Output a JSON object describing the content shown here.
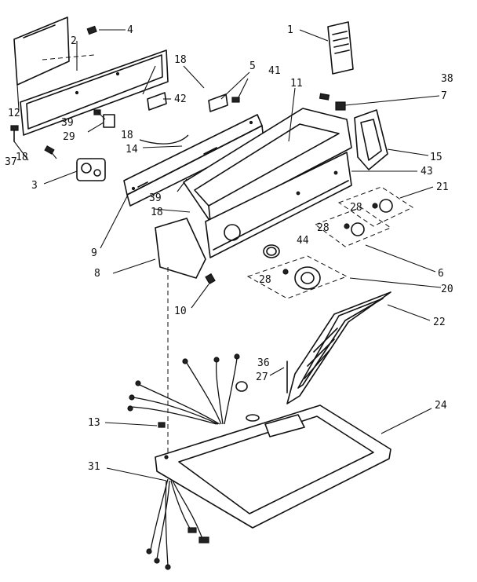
{
  "diagram": {
    "callouts": {
      "c1": "1",
      "c2": "2",
      "c3": "3",
      "c4": "4",
      "c5": "5",
      "c6": "6",
      "c7": "7",
      "c8": "8",
      "c9": "9",
      "c10": "10",
      "c11": "11",
      "c12": "12",
      "c13": "13",
      "c14": "14",
      "c15": "15",
      "c18": "18",
      "c20": "20",
      "c21": "21",
      "c22": "22",
      "c24": "24",
      "c27": "27",
      "c28": "28",
      "c29": "29",
      "c31": "31",
      "c36": "36",
      "c37": "37",
      "c38": "38",
      "c39": "39",
      "c41": "41",
      "c42": "42",
      "c43": "43",
      "c44": "44"
    }
  }
}
